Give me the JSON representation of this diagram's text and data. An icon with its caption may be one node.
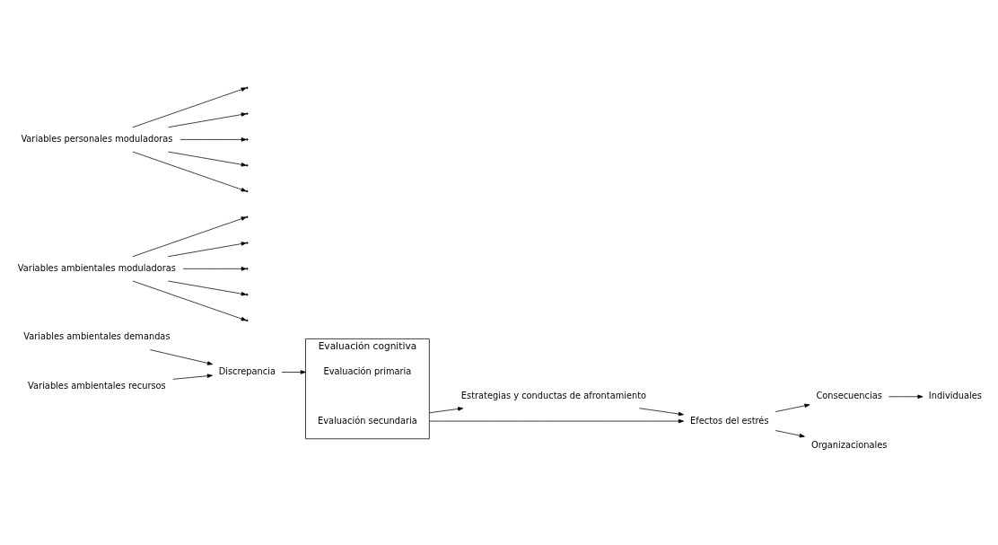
{
  "diagram": {
    "nodes": [
      {
        "text": [
          "Variables ambientales demandas"
        ]
      },
      {
        "text": [
          "Discrepancia"
        ]
      },
      {
        "text": [
          "Variables ambientales recursos"
        ]
      },
      {
        "text": [
          "Evaluación cognitiva"
        ]
      },
      {
        "text": [
          "Evaluación primaria"
        ],
        "in": 3
      },
      {
        "text": [
          "Evaluación secundaria"
        ],
        "in": 3
      },
      {
        "text": [
          "Estrategias y conductas de afrontamiento"
        ]
      },
      {
        "text": [
          "Efectos del estrés"
        ]
      },
      {
        "text": [
          "Consecuencias"
        ]
      },
      {
        "text": [
          "Individuales"
        ]
      },
      {
        "text": [
          "Organizacionales"
        ]
      },
      {
        "text": [
          "Variables ambientales moduladoras"
        ]
      },
      {
        "text": [
          "Variables personales moduladoras"
        ]
      }
    ],
    "edges": [
      {
        "from": 0,
        "to": 1,
        "arrow": "to"
      },
      {
        "from": 2,
        "to": 1,
        "arrow": "to"
      },
      {
        "from": 1,
        "to": 3,
        "arrow": "to"
      },
      {
        "from": 3,
        "to": 7,
        "arrow": "to"
      },
      {
        "from": 3,
        "to": 6,
        "arrow": "to"
      },
      {
        "from": 6,
        "to": 7,
        "arrow": "to"
      },
      {
        "from": 7,
        "to": 8,
        "arrow": "to"
      },
      {
        "from": 8,
        "to": 9,
        "arrow": "to"
      },
      {
        "from": 7,
        "to": 10,
        "arrow": "to"
      },
      {
        "from": 11,
        "to": null,
        "arrow": "to"
      },
      {
        "from": 11,
        "to": null,
        "arrow": "to"
      },
      {
        "from": 11,
        "to": null,
        "arrow": "to"
      },
      {
        "from": 11,
        "to": null,
        "arrow": "to"
      },
      {
        "from": 11,
        "to": null,
        "arrow": "to"
      },
      {
        "from": 12,
        "to": null,
        "arrow": "to"
      },
      {
        "from": 12,
        "to": null,
        "arrow": "to"
      },
      {
        "from": 12,
        "to": null,
        "arrow": "to"
      },
      {
        "from": 12,
        "to": null,
        "arrow": "to"
      },
      {
        "from": 12,
        "to": null,
        "arrow": "to"
      }
    ]
  }
}
